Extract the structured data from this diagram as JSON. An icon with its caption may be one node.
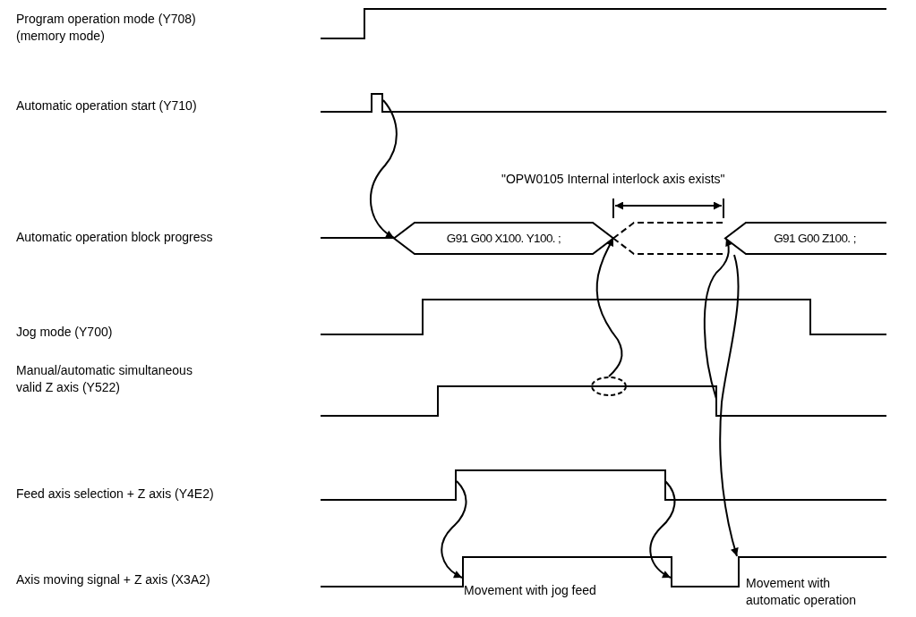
{
  "diagram": {
    "nodes": [
      {
        "text": [
          "Program operation mode (Y708) (memory mode)"
        ]
      },
      {
        "text": [
          "Automatic operation start (Y710)"
        ]
      },
      {
        "text": [
          "Automatic operation block progress"
        ]
      },
      {
        "text": [
          "G91 G00 X100. Y100. ;"
        ],
        "in": 2
      },
      {
        "text": [],
        "shape": "hexagon",
        "in": 2
      },
      {
        "text": [
          "G91 G00 Z100. ;"
        ],
        "in": 2
      },
      {
        "text": [
          "Jog mode (Y700)"
        ]
      },
      {
        "text": [
          "Manual/automatic simultaneous valid Z axis (Y522)"
        ]
      },
      {
        "text": [],
        "shape": "ellipse",
        "in": 7
      },
      {
        "text": [
          "Feed axis selection + Z axis (Y4E2)"
        ]
      },
      {
        "text": [
          "Axis moving signal + Z axis (X3A2)"
        ]
      }
    ],
    "edges": [
      {
        "from": 1,
        "to": 3,
        "arrow": "to"
      },
      {
        "from": 8,
        "to": 3,
        "arrow": "to"
      },
      {
        "from": 7,
        "to": 5,
        "arrow": "to"
      },
      {
        "from": 5,
        "to": 10,
        "arrow": "to"
      },
      {
        "from": 9,
        "to": 10,
        "arrow": "to"
      },
      {
        "from": 9,
        "to": 10,
        "arrow": "to"
      }
    ],
    "labels": [
      "\"OPW0105 Internal interlock axis exists\"",
      "Movement with jog feed",
      "Movement with automatic operation"
    ]
  }
}
